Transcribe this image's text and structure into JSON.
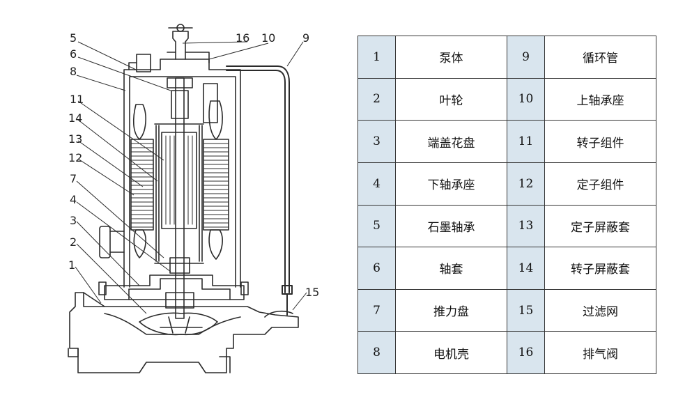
{
  "callouts": [
    "5",
    "6",
    "8",
    "11",
    "14",
    "13",
    "12",
    "7",
    "4",
    "3",
    "2",
    "1",
    "16",
    "10",
    "9",
    "15"
  ],
  "parts_table": {
    "rows": [
      {
        "left_no": "1",
        "left_name": "泵体",
        "right_no": "9",
        "right_name": "循环管"
      },
      {
        "left_no": "2",
        "left_name": "叶轮",
        "right_no": "10",
        "right_name": "上轴承座"
      },
      {
        "left_no": "3",
        "left_name": "端盖花盘",
        "right_no": "11",
        "right_name": "转子组件"
      },
      {
        "left_no": "4",
        "left_name": "下轴承座",
        "right_no": "12",
        "right_name": "定子组件"
      },
      {
        "left_no": "5",
        "left_name": "石墨轴承",
        "right_no": "13",
        "right_name": "定子屏蔽套"
      },
      {
        "left_no": "6",
        "left_name": "轴套",
        "right_no": "14",
        "right_name": "转子屏蔽套"
      },
      {
        "left_no": "7",
        "left_name": "推力盘",
        "right_no": "15",
        "right_name": "过滤网"
      },
      {
        "left_no": "8",
        "left_name": "电机壳",
        "right_no": "16",
        "right_name": "排气阀"
      }
    ]
  },
  "colors": {
    "line": "#2b2b2b",
    "table_number_bg": "#d9e5ee",
    "table_name_bg": "#ffffff"
  }
}
